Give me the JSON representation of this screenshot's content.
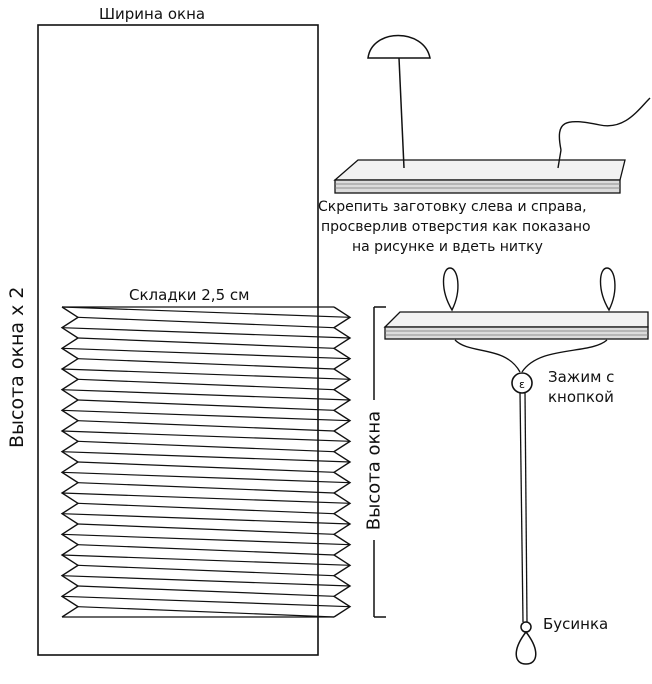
{
  "labels": {
    "window_width": "Ширина окна",
    "window_height_x2": "Высота окна х 2",
    "pleats": "Складки 2,5 см",
    "window_height": "Высота окна",
    "instruction_line1": "Скрепить заготовку слева и справа,",
    "instruction_line2": "просверлив отверстия как показано",
    "instruction_line3": "на рисунке и вдеть нитку",
    "clip_line1": "Зажим с",
    "clip_line2": "кнопкой",
    "bead": "Бусинка"
  },
  "pleat_count": 15,
  "colors": {
    "ink": "#111111",
    "board_face": "#e8e8e8",
    "board_edge": "#888888"
  }
}
